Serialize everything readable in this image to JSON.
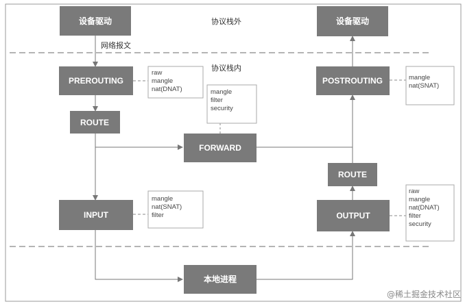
{
  "nodes": {
    "device_driver_in": "设备驱动",
    "device_driver_out": "设备驱动",
    "prerouting": "PREROUTING",
    "route_in": "ROUTE",
    "forward": "FORWARD",
    "input": "INPUT",
    "local_process": "本地进程",
    "postrouting": "POSTROUTING",
    "route_out": "ROUTE",
    "output": "OUTPUT"
  },
  "labels": {
    "outside_stack": "协议栈外",
    "inside_stack": "协议栈内",
    "network_packet": "网络报文"
  },
  "tables": {
    "prerouting": [
      "raw",
      "mangle",
      "nat(DNAT)"
    ],
    "forward": [
      "mangle",
      "filter",
      "security"
    ],
    "input": [
      "mangle",
      "nat(SNAT)",
      "filter"
    ],
    "postrouting": [
      "mangle",
      "nat(SNAT)"
    ],
    "output": [
      "raw",
      "mangle",
      "nat(DNAT)",
      "filter",
      "security"
    ]
  },
  "colors": {
    "box_fill": "#7a7a7a",
    "line": "#777777",
    "dashed": "#888888",
    "table_border": "#aaaaaa"
  },
  "watermark": "@稀土掘金技术社区"
}
